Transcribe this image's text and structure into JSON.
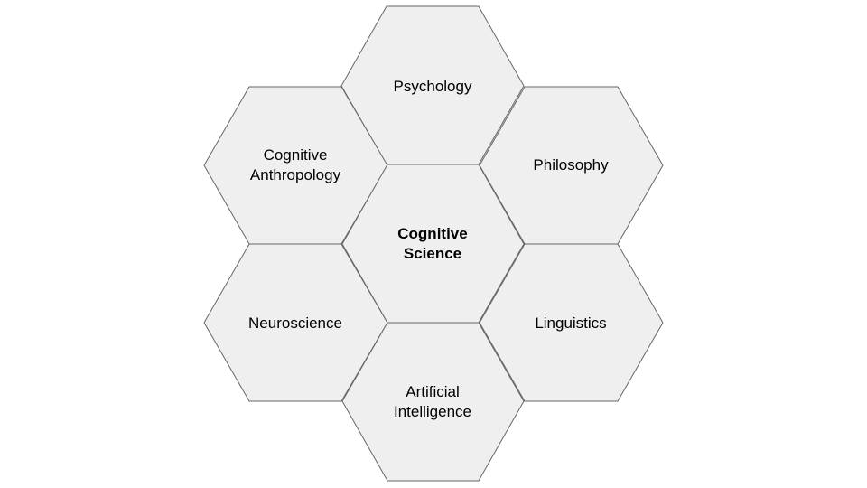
{
  "diagram": {
    "center": {
      "label": "Cognitive\nScience"
    },
    "nodes": [
      {
        "id": "psychology",
        "label": "Psychology"
      },
      {
        "id": "cognitive-anthropology",
        "label": "Cognitive\nAnthropology"
      },
      {
        "id": "philosophy",
        "label": "Philosophy"
      },
      {
        "id": "neuroscience",
        "label": "Neuroscience"
      },
      {
        "id": "linguistics",
        "label": "Linguistics"
      },
      {
        "id": "artificial-intelligence",
        "label": "Artificial\nIntelligence"
      }
    ],
    "colors": {
      "fill": "#efefef",
      "stroke": "#666666"
    }
  }
}
